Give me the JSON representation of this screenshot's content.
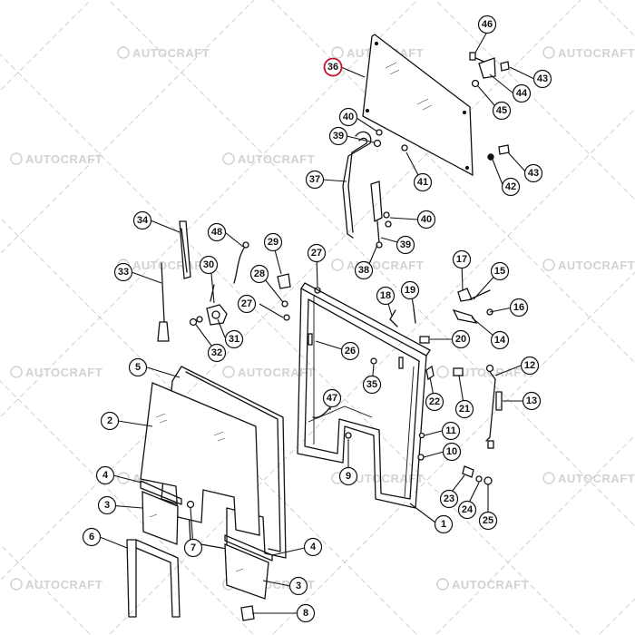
{
  "watermark": {
    "text": "AUTOCRAFT"
  },
  "highlight_color": "#c8102e",
  "callouts": [
    {
      "id": "c46",
      "label": "46"
    },
    {
      "id": "c43a",
      "label": "43"
    },
    {
      "id": "c44",
      "label": "44"
    },
    {
      "id": "c45",
      "label": "45"
    },
    {
      "id": "c36",
      "label": "36",
      "highlight": true
    },
    {
      "id": "c40a",
      "label": "40"
    },
    {
      "id": "c39a",
      "label": "39"
    },
    {
      "id": "c41",
      "label": "41"
    },
    {
      "id": "c43b",
      "label": "43"
    },
    {
      "id": "c42",
      "label": "42"
    },
    {
      "id": "c37",
      "label": "37"
    },
    {
      "id": "c40b",
      "label": "40"
    },
    {
      "id": "c39b",
      "label": "39"
    },
    {
      "id": "c38",
      "label": "38"
    },
    {
      "id": "c34",
      "label": "34"
    },
    {
      "id": "c48",
      "label": "48"
    },
    {
      "id": "c29",
      "label": "29"
    },
    {
      "id": "c27a",
      "label": "27"
    },
    {
      "id": "c17",
      "label": "17"
    },
    {
      "id": "c15",
      "label": "15"
    },
    {
      "id": "c33",
      "label": "33"
    },
    {
      "id": "c30",
      "label": "30"
    },
    {
      "id": "c28",
      "label": "28"
    },
    {
      "id": "c27b",
      "label": "27"
    },
    {
      "id": "c18",
      "label": "18"
    },
    {
      "id": "c19",
      "label": "19"
    },
    {
      "id": "c16",
      "label": "16"
    },
    {
      "id": "c31",
      "label": "31"
    },
    {
      "id": "c32",
      "label": "32"
    },
    {
      "id": "c14",
      "label": "14"
    },
    {
      "id": "c26",
      "label": "26"
    },
    {
      "id": "c20",
      "label": "20"
    },
    {
      "id": "c5",
      "label": "5"
    },
    {
      "id": "c47",
      "label": "47"
    },
    {
      "id": "c35",
      "label": "35"
    },
    {
      "id": "c12",
      "label": "12"
    },
    {
      "id": "c22",
      "label": "22"
    },
    {
      "id": "c21",
      "label": "21"
    },
    {
      "id": "c13",
      "label": "13"
    },
    {
      "id": "c2",
      "label": "2"
    },
    {
      "id": "c11",
      "label": "11"
    },
    {
      "id": "c10",
      "label": "10"
    },
    {
      "id": "c4a",
      "label": "4"
    },
    {
      "id": "c9",
      "label": "9"
    },
    {
      "id": "c23",
      "label": "23"
    },
    {
      "id": "c24",
      "label": "24"
    },
    {
      "id": "c3a",
      "label": "3"
    },
    {
      "id": "c25",
      "label": "25"
    },
    {
      "id": "c1",
      "label": "1"
    },
    {
      "id": "c7",
      "label": "7"
    },
    {
      "id": "c6",
      "label": "6"
    },
    {
      "id": "c4b",
      "label": "4"
    },
    {
      "id": "c3b",
      "label": "3"
    },
    {
      "id": "c8",
      "label": "8"
    }
  ]
}
